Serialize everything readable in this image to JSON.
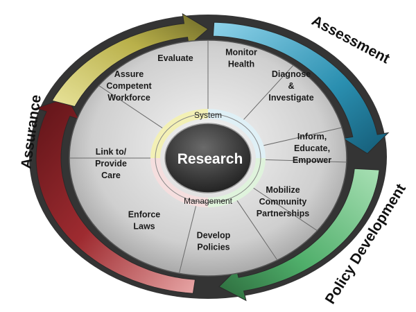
{
  "center": {
    "label": "Research"
  },
  "ring": {
    "top": "System",
    "bottom": "Management"
  },
  "phases": {
    "assessment": "Assessment",
    "policy_development": "Policy Development",
    "assurance": "Assurance"
  },
  "services": [
    {
      "lines": [
        "Monitor",
        "Health"
      ]
    },
    {
      "lines": [
        "Diagnose",
        "&",
        "Investigate"
      ]
    },
    {
      "lines": [
        "Inform,",
        "Educate,",
        "Empower"
      ]
    },
    {
      "lines": [
        "Mobilize",
        "Community",
        "Partnerships"
      ]
    },
    {
      "lines": [
        "Develop",
        "Policies"
      ]
    },
    {
      "lines": [
        "Enforce",
        "Laws"
      ]
    },
    {
      "lines": [
        "Link to/",
        "Provide",
        "Care"
      ]
    },
    {
      "lines": [
        "Assure",
        "Competent",
        "Workforce"
      ]
    },
    {
      "lines": [
        "Evaluate"
      ]
    }
  ],
  "colors": {
    "assessment": "#2a8fb0",
    "policy_development": "#4fae6a",
    "assurance": "#9e2b30",
    "evaluation": "#b9b04a",
    "center": "#3a3a3a"
  }
}
